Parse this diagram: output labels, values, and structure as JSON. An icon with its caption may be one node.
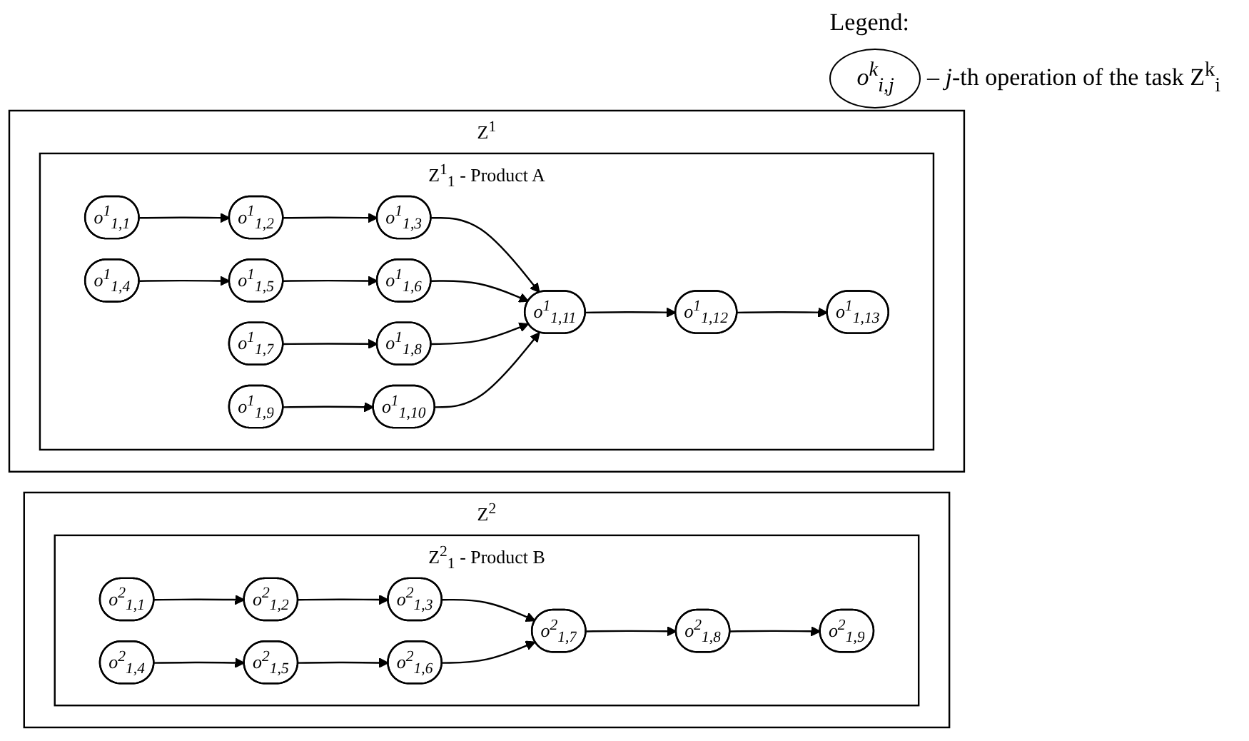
{
  "diagram": {
    "nodes": [
      {
        "text": [
          "Z$^{1}$"
        ]
      },
      {
        "text": [
          "Z$^{1}$$_{1}$ - Product A"
        ],
        "in": 0
      },
      {
        "text": [
          "o$^{1}$$_{1,1}$"
        ],
        "in": 1
      },
      {
        "text": [
          "o$^{1}$$_{1,2}$"
        ],
        "in": 1
      },
      {
        "text": [
          "o$^{1}$$_{1,3}$"
        ],
        "in": 1
      },
      {
        "text": [
          "o$^{1}$$_{1,4}$"
        ],
        "in": 1
      },
      {
        "text": [
          "o$^{1}$$_{1,5}$"
        ],
        "in": 1
      },
      {
        "text": [
          "o$^{1}$$_{1,6}$"
        ],
        "in": 1
      },
      {
        "text": [
          "o$^{1}$$_{1,7}$"
        ],
        "in": 1
      },
      {
        "text": [
          "o$^{1}$$_{1,8}$"
        ],
        "in": 1
      },
      {
        "text": [
          "o$^{1}$$_{1,9}$"
        ],
        "in": 1
      },
      {
        "text": [
          "o$^{1}$$_{1,10}$"
        ],
        "in": 1
      },
      {
        "text": [
          "o$^{1}$$_{1,11}$"
        ],
        "in": 1
      },
      {
        "text": [
          "o$^{1}$$_{1,12}$"
        ],
        "in": 1
      },
      {
        "text": [
          "o$^{1}$$_{1,13}$"
        ],
        "in": 1
      },
      {
        "text": [
          "Z$^{2}$"
        ]
      },
      {
        "text": [
          "Z$^{2}$$_{1}$ - Product B"
        ],
        "in": 15
      },
      {
        "text": [
          "o$^{2}$$_{1,1}$"
        ],
        "in": 16
      },
      {
        "text": [
          "o$^{2}$$_{1,2}$"
        ],
        "in": 16
      },
      {
        "text": [
          "o$^{2}$$_{1,3}$"
        ],
        "in": 16
      },
      {
        "text": [
          "o$^{2}$$_{1,4}$"
        ],
        "in": 16
      },
      {
        "text": [
          "o$^{2}$$_{1,5}$"
        ],
        "in": 16
      },
      {
        "text": [
          "o$^{2}$$_{1,6}$"
        ],
        "in": 16
      },
      {
        "text": [
          "o$^{2}$$_{1,7}$"
        ],
        "in": 16
      },
      {
        "text": [
          "o$^{2}$$_{1,8}$"
        ],
        "in": 16
      },
      {
        "text": [
          "o$^{2}$$_{1,9}$"
        ],
        "in": 16
      }
    ],
    "edges": [
      {
        "from": 2,
        "to": 3,
        "arrow": "to"
      },
      {
        "from": 3,
        "to": 4,
        "arrow": "to"
      },
      {
        "from": 5,
        "to": 6,
        "arrow": "to"
      },
      {
        "from": 6,
        "to": 7,
        "arrow": "to"
      },
      {
        "from": 8,
        "to": 9,
        "arrow": "to"
      },
      {
        "from": 10,
        "to": 11,
        "arrow": "to"
      },
      {
        "from": 4,
        "to": 12,
        "arrow": "to"
      },
      {
        "from": 7,
        "to": 12,
        "arrow": "to"
      },
      {
        "from": 9,
        "to": 12,
        "arrow": "to"
      },
      {
        "from": 11,
        "to": 12,
        "arrow": "to"
      },
      {
        "from": 12,
        "to": 13,
        "arrow": "to"
      },
      {
        "from": 13,
        "to": 14,
        "arrow": "to"
      },
      {
        "from": 17,
        "to": 18,
        "arrow": "to"
      },
      {
        "from": 18,
        "to": 19,
        "arrow": "to"
      },
      {
        "from": 20,
        "to": 21,
        "arrow": "to"
      },
      {
        "from": 21,
        "to": 22,
        "arrow": "to"
      },
      {
        "from": 19,
        "to": 23,
        "arrow": "to"
      },
      {
        "from": 22,
        "to": 23,
        "arrow": "to"
      },
      {
        "from": 23,
        "to": 24,
        "arrow": "to"
      },
      {
        "from": 24,
        "to": 25,
        "arrow": "to"
      }
    ],
    "labels": [
      "Legend:",
      "o$^{k}$$_{i,j}$"
    ],
    "legend": [
      {
        "text": "– *j*-th operation of the task Z$^{k}$$_{i}$"
      }
    ]
  }
}
